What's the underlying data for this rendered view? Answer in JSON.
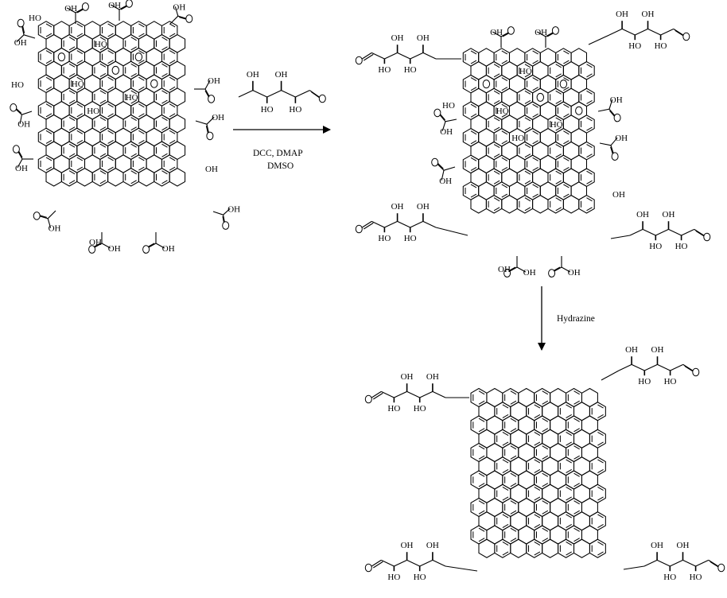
{
  "reagent_label": "DCC, DMAP",
  "solvent_label": "DMSO",
  "step2_label": "Hydrazine",
  "groups": {
    "hydroxyl": "HO",
    "hydroxyl_right": "OH",
    "carboxyl_hydrogen": "OH",
    "ether_oxygen": "O"
  },
  "structures": [
    {
      "id": "graphene-oxide",
      "description_free": true
    },
    {
      "id": "glucose"
    },
    {
      "id": "glucose-functionalized-graphene-oxide"
    },
    {
      "id": "glucose-functionalized-reduced-graphene-oxide"
    }
  ]
}
